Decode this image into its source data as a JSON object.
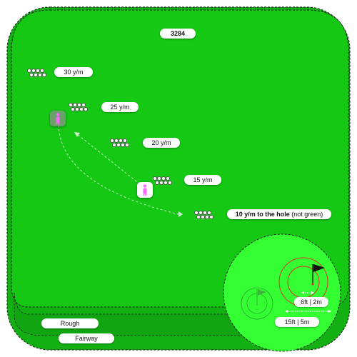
{
  "app": {
    "hole_id": "3284"
  },
  "distance_markers": [
    {
      "label": "30 y/m"
    },
    {
      "label": "25 y/m"
    },
    {
      "label": "20 y/m"
    },
    {
      "label": "15 y/m"
    },
    {
      "label": "10 y/m to the hole",
      "note": "(not green)"
    }
  ],
  "green": {
    "flag_distance_label": "6ft | 2m",
    "green_depth_label": "15ft | 5m"
  },
  "legend": {
    "rough": "Rough",
    "fairway": "Fairway"
  },
  "colors": {
    "fairway": "#14c814",
    "green": "#33ff33",
    "player_pin": "#ff66ff",
    "target_ring": "#e03030",
    "flag_primary": "#111111",
    "flag_ghost": "#3cb43c"
  },
  "icons": {
    "player": "person-icon",
    "flag": "flag-icon",
    "ghost_flag": "flag-icon"
  }
}
